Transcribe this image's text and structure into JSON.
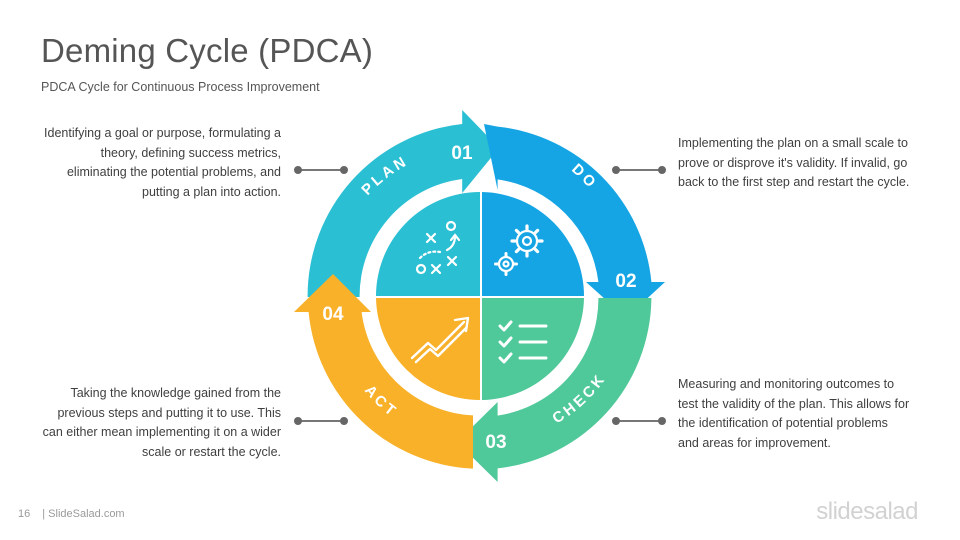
{
  "title": "Deming Cycle (PDCA)",
  "subtitle": "PDCA Cycle for Continuous Process Improvement",
  "phases": [
    {
      "number": "01",
      "name": "PLAN",
      "color": "#2bbfd3",
      "icon": "strategy-icon",
      "description": "Identifying a goal or purpose, formulating a theory, defining success metrics, eliminating the potential problems, and putting a plan into action."
    },
    {
      "number": "02",
      "name": "DO",
      "color": "#16a5e4",
      "icon": "gears-icon",
      "description": "Implementing the plan on a small scale to prove or disprove it's validity. If invalid, go back to the first step and restart the cycle."
    },
    {
      "number": "03",
      "name": "CHECK",
      "color": "#4fc89a",
      "icon": "checklist-icon",
      "description": "Measuring and monitoring outcomes to test the validity of the plan. This allows for the identification of potential problems and areas for improvement."
    },
    {
      "number": "04",
      "name": "ACT",
      "color": "#f8b129",
      "icon": "growth-chart-icon",
      "description": "Taking the knowledge gained from the previous steps and putting it to use. This can either mean implementing it on a wider scale or restart the cycle."
    }
  ],
  "footer": {
    "page": "16",
    "site": "| SlideSalad.com"
  },
  "brand": "slidesalad"
}
